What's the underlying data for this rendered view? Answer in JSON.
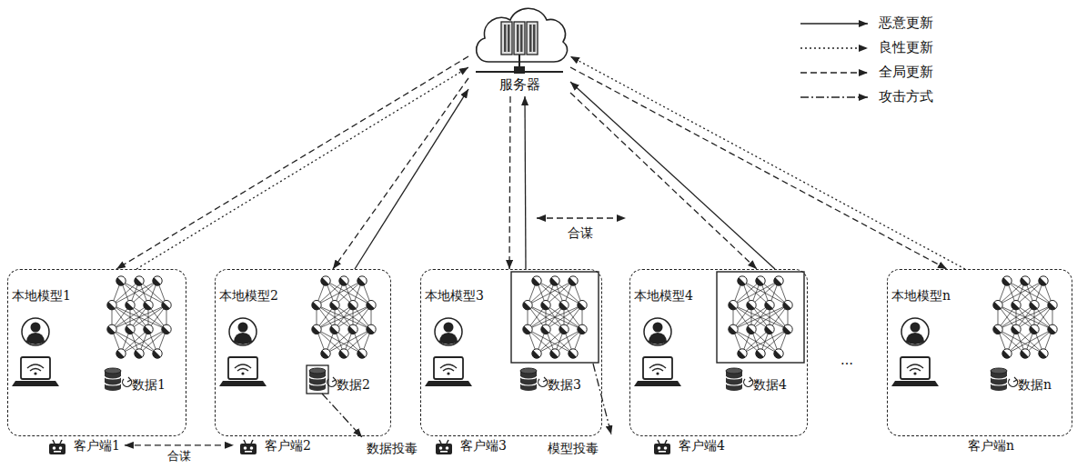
{
  "diagram": {
    "nodes": [
      {
        "text": [
          "服务器"
        ]
      },
      {
        "text": [
          "本地模型1",
          "数据1",
          "客户端1"
        ]
      },
      {
        "text": [
          "本地模型2",
          "数据2",
          "客户端2"
        ]
      },
      {
        "text": [
          "本地模型3",
          "数据3",
          "客户端3"
        ]
      },
      {
        "text": [
          "本地模型4",
          "数据4",
          "客户端4"
        ]
      },
      {
        "text": [
          "本地模型n",
          "数据n",
          "客户端n"
        ]
      }
    ],
    "edges": [
      {
        "from": 0,
        "to": 1,
        "arrow": "to"
      },
      {
        "from": 1,
        "to": 0,
        "arrow": "to"
      },
      {
        "from": 0,
        "to": 2,
        "arrow": "to"
      },
      {
        "from": 2,
        "to": 0,
        "arrow": "to"
      },
      {
        "from": 0,
        "to": 3,
        "arrow": "to"
      },
      {
        "from": 3,
        "to": 0,
        "arrow": "to"
      },
      {
        "from": 4,
        "to": 0,
        "arrow": "to"
      },
      {
        "from": 0,
        "to": 4,
        "arrow": "to"
      },
      {
        "from": 5,
        "to": 0,
        "arrow": "to"
      },
      {
        "from": 0,
        "to": 5,
        "arrow": "to"
      },
      {
        "from": 1,
        "to": 2,
        "arrow": "both",
        "label": "合谋"
      }
    ],
    "labels": [
      "合谋",
      "数据投毒",
      "模型投毒",
      "…"
    ],
    "legend": [
      {
        "text": "恶意更新"
      },
      {
        "text": "良性更新"
      },
      {
        "text": "全局更新"
      },
      {
        "text": "攻击方式"
      }
    ]
  }
}
